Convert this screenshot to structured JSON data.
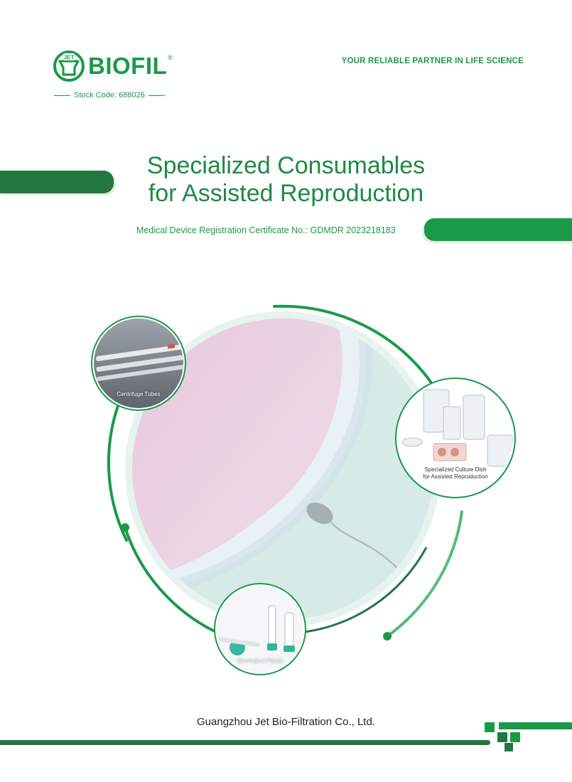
{
  "brand": {
    "name": "BIOFIL",
    "registered_mark": "®",
    "logo_badge": "JET",
    "stock_code": "Stock Code: 688026",
    "tagline": "YOUR RELIABLE PARTNER IN LIFE SCIENCE"
  },
  "title": {
    "line1": "Specialized Consumables",
    "line2": "for Assisted Reproduction"
  },
  "certificate": "Medical Device Registration Certificate No.: GDMDR 2023218183",
  "products": {
    "centrifuge": "Centrifuge Tubes",
    "dish_line1": "Specialized Culture Dish",
    "dish_line2": "for Assisted Reproduction",
    "pipets": "Serological Pipets"
  },
  "footer": {
    "company": "Guangzhou Jet Bio-Filtration Co., Ltd."
  },
  "colors": {
    "brand_green": "#1a9a48",
    "dark_green": "#22773f",
    "circle_bg": "#d8ece8",
    "pink": "#e9cfe0"
  }
}
